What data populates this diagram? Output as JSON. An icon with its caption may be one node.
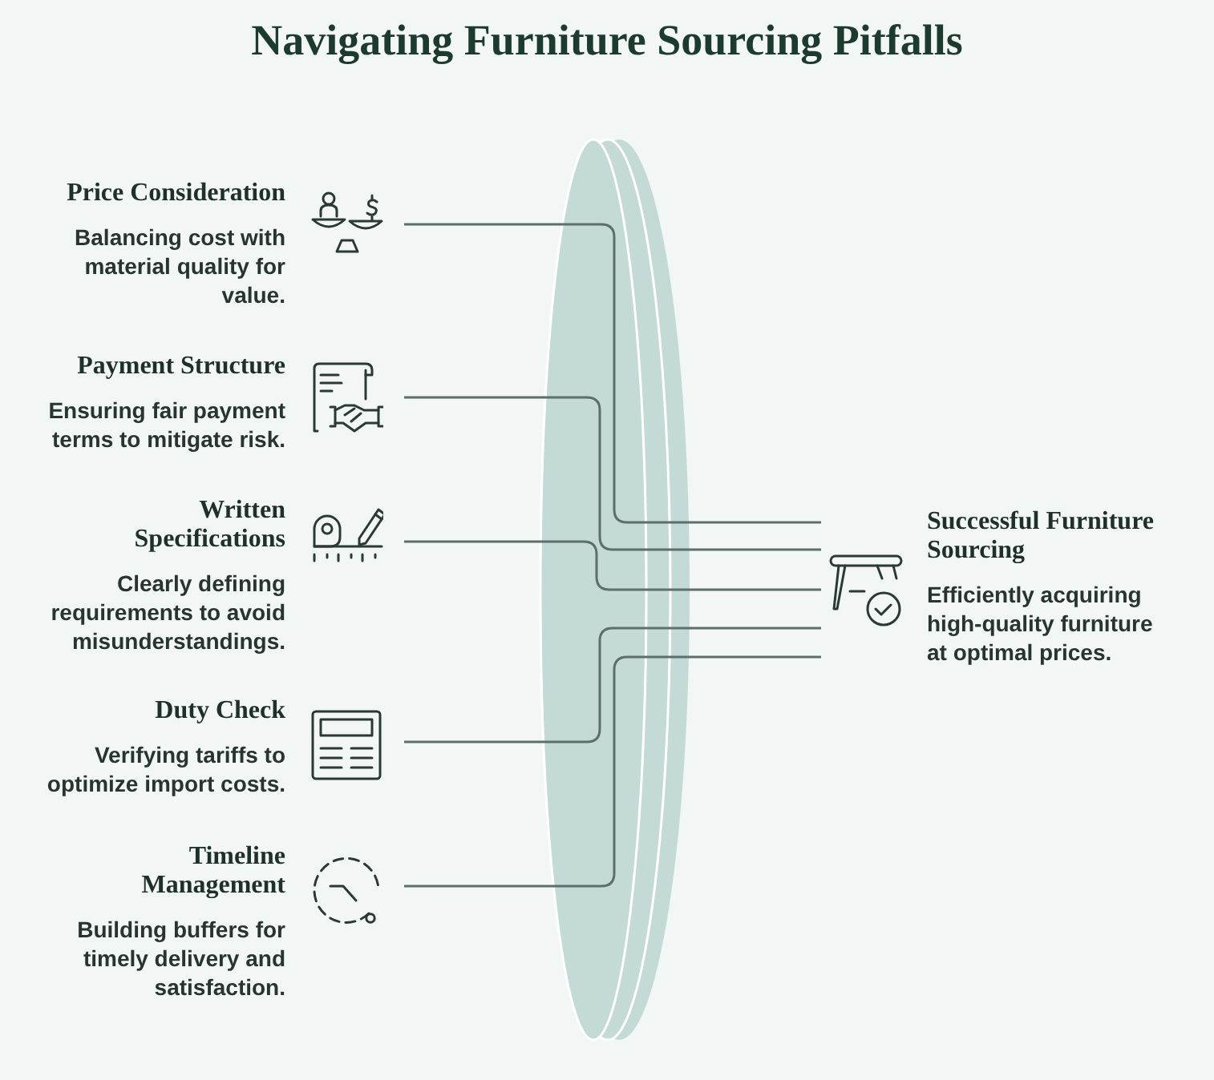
{
  "diagram": {
    "title": "Navigating Furniture Sourcing Pitfalls",
    "nodes": [
      {
        "text": [
          "Price Consideration",
          "Balancing cost with material quality for value."
        ]
      },
      {
        "text": [
          "Payment Structure",
          "Ensuring fair payment terms to mitigate risk."
        ]
      },
      {
        "text": [
          "Written Specifications",
          "Clearly defining requirements to avoid misunderstandings."
        ]
      },
      {
        "text": [
          "Duty Check",
          "Verifying tariffs to optimize import costs."
        ]
      },
      {
        "text": [
          "Timeline Management",
          "Building buffers for timely delivery and satisfaction."
        ]
      },
      {
        "text": [
          "Successful Furniture Sourcing",
          "Efficiently acquiring high-quality furniture at optimal prices."
        ]
      }
    ],
    "edges": [
      {
        "from": 0,
        "to": 5,
        "arrow": "none"
      },
      {
        "from": 1,
        "to": 5,
        "arrow": "none"
      },
      {
        "from": 2,
        "to": 5,
        "arrow": "none"
      },
      {
        "from": 3,
        "to": 5,
        "arrow": "none"
      },
      {
        "from": 4,
        "to": 5,
        "arrow": "none"
      }
    ]
  }
}
